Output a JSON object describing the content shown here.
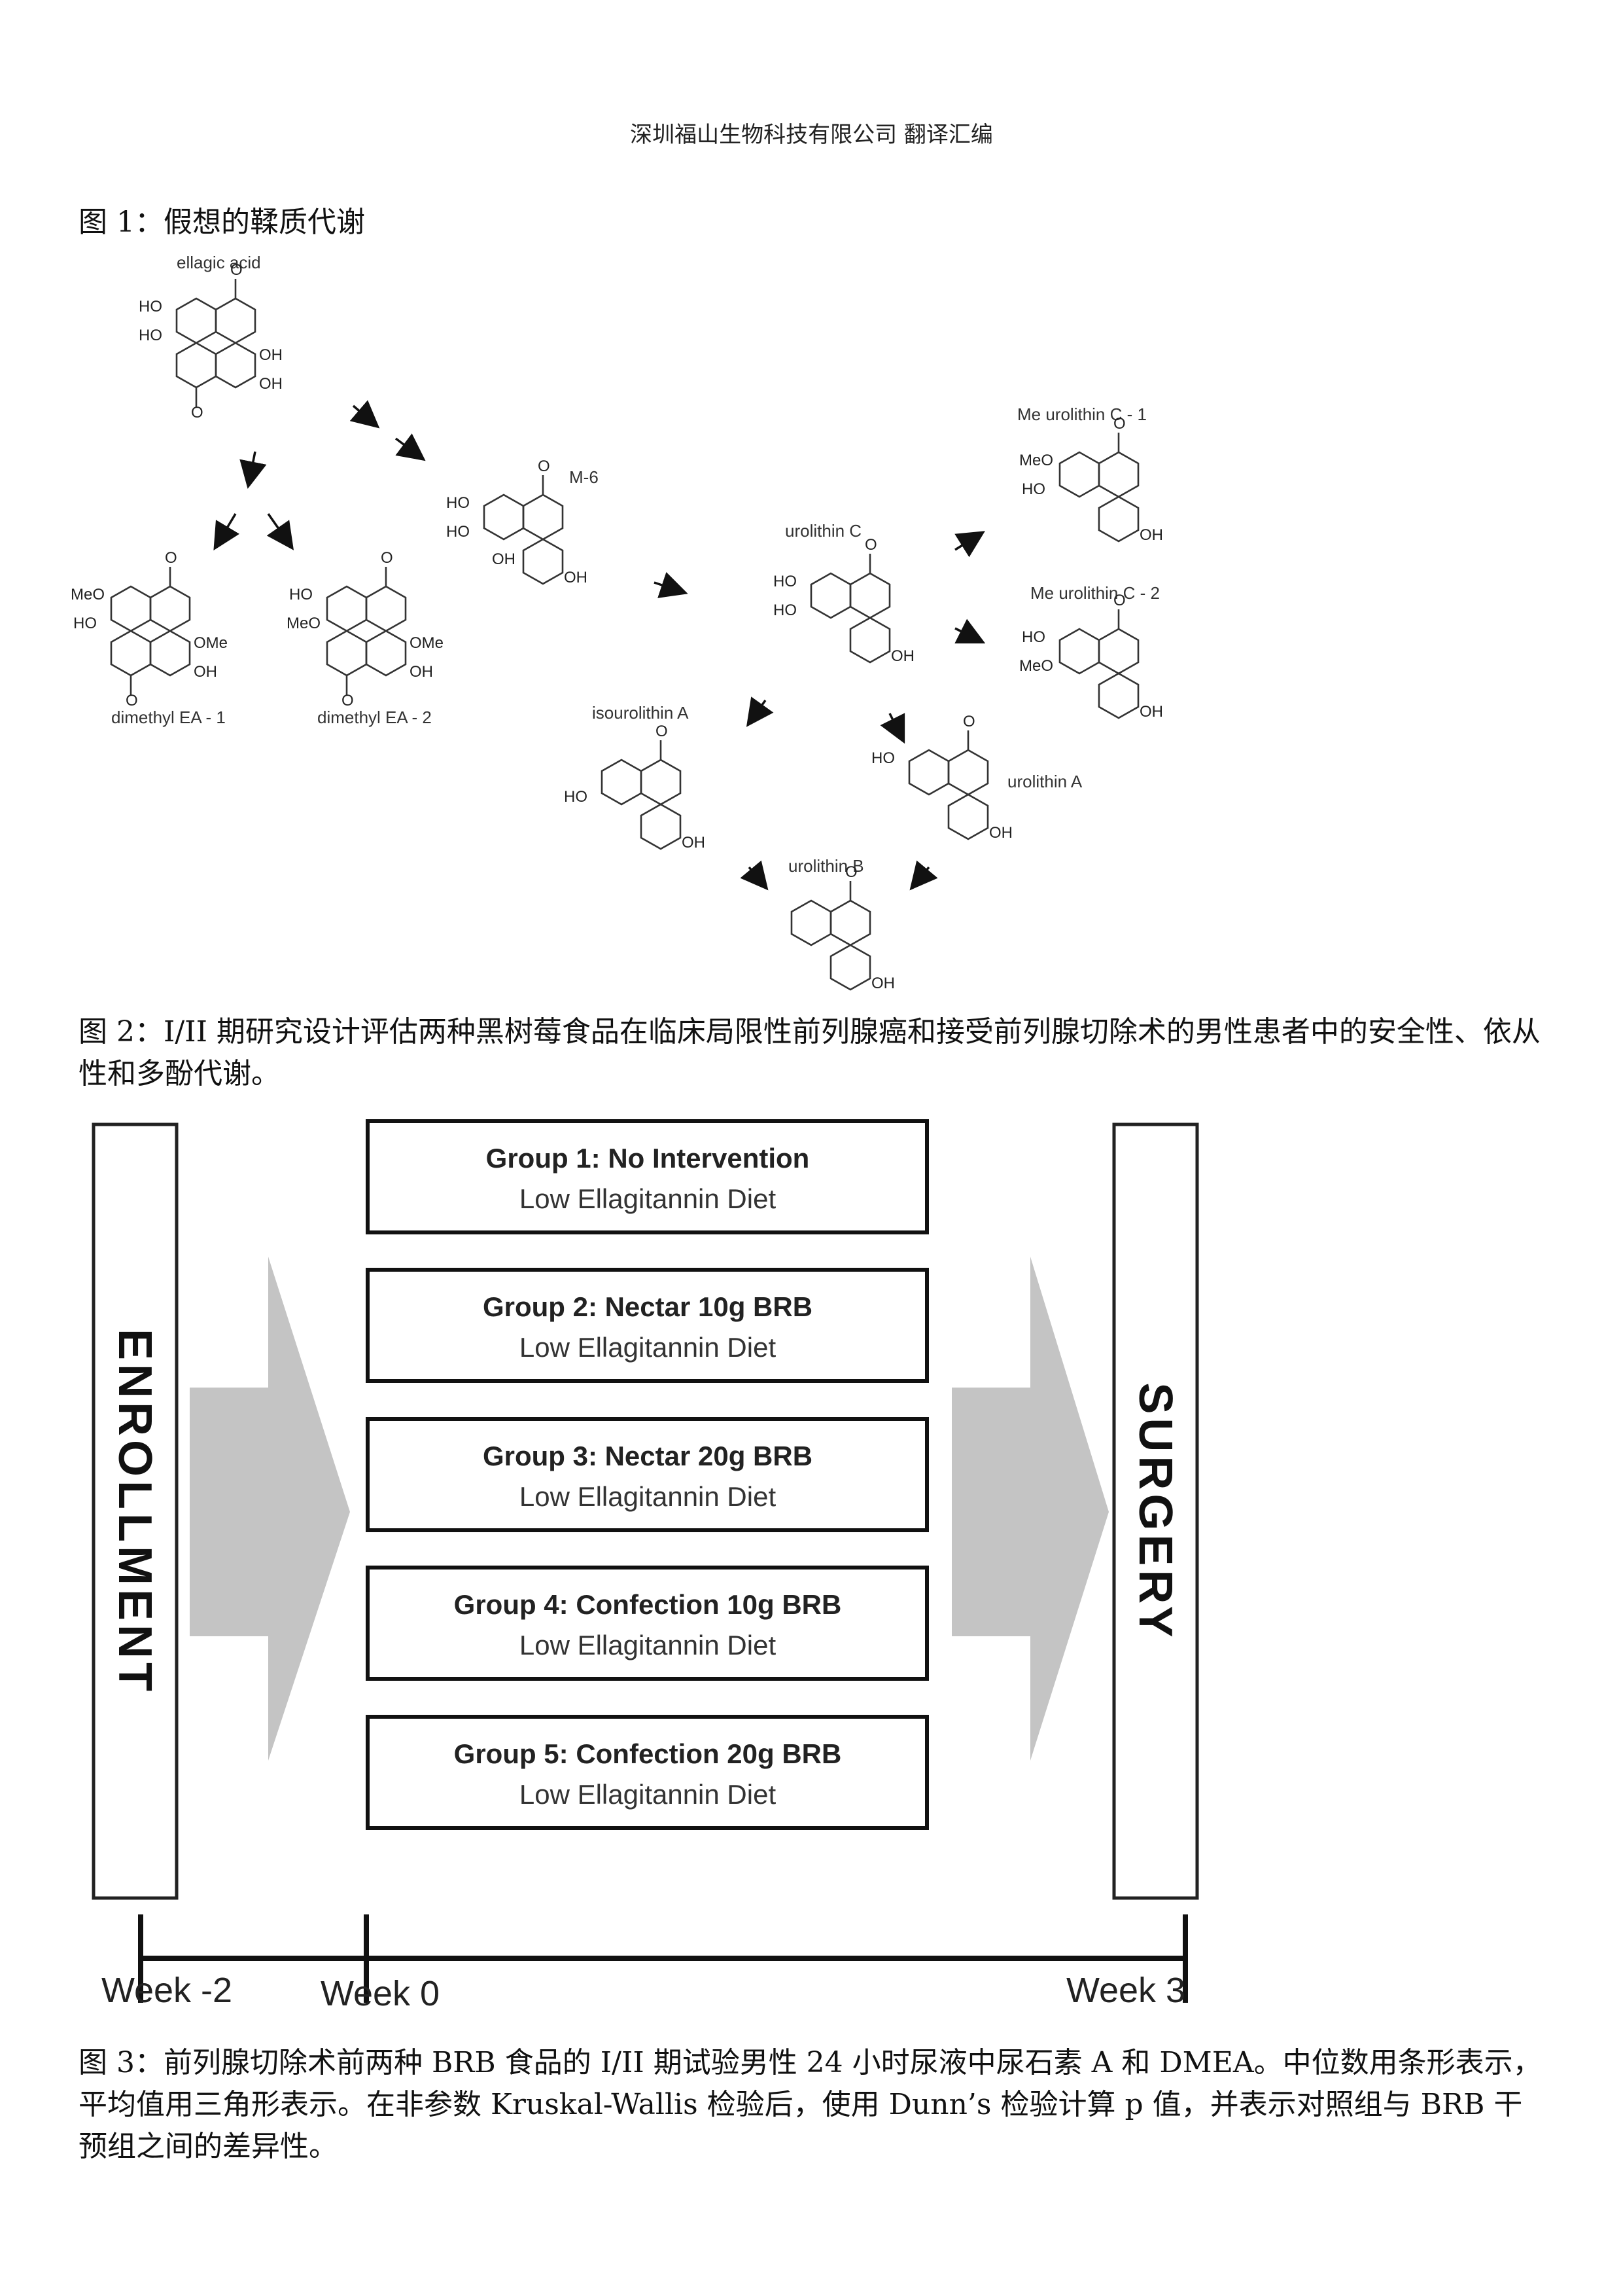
{
  "header": {
    "text": "深圳福山生物科技有限公司 翻译汇编"
  },
  "figure1": {
    "caption": "图 1：假想的鞣质代谢",
    "compounds": [
      "ellagic acid",
      "dimethyl EA - 1",
      "dimethyl EA - 2",
      "M-6",
      "urolithin C",
      "Me urolithin C - 1",
      "Me urolithin C - 2",
      "isourolithin A",
      "urolithin A",
      "urolithin B"
    ],
    "atoms": {
      "hydroxyl": "HO",
      "hydroxyl_r": "OH",
      "methoxy": "MeO",
      "methoxy_r": "OMe",
      "oxygen": "O"
    }
  },
  "figure2": {
    "caption": "图 2：I/II 期研究设计评估两种黑树莓食品在临床局限性前列腺癌和接受前列腺切除术的男性患者中的安全性、依从性和多酚代谢。",
    "enrollment": "ENROLLMENT",
    "surgery": "SURGERY",
    "groups": [
      {
        "title": "Group 1: No Intervention",
        "diet": "Low Ellagitannin Diet"
      },
      {
        "title": "Group 2: Nectar 10g BRB",
        "diet": "Low Ellagitannin Diet"
      },
      {
        "title": "Group 3: Nectar 20g BRB",
        "diet": "Low Ellagitannin Diet"
      },
      {
        "title": "Group 4: Confection 10g BRB",
        "diet": "Low Ellagitannin Diet"
      },
      {
        "title": "Group 5: Confection 20g BRB",
        "diet": "Low Ellagitannin Diet"
      }
    ],
    "timeline": [
      "Week -2",
      "Week 0",
      "Week 3"
    ]
  },
  "figure3": {
    "caption": "图 3：前列腺切除术前两种 BRB 食品的 I/II 期试验男性 24 小时尿液中尿石素 A 和 DMEA。中位数用条形表示，平均值用三角形表示。在非参数 Kruskal-Wallis 检验后，使用 Dunn’s 检验计算 p 值，并表示对照组与 BRB 干预组之间的差异性。"
  }
}
